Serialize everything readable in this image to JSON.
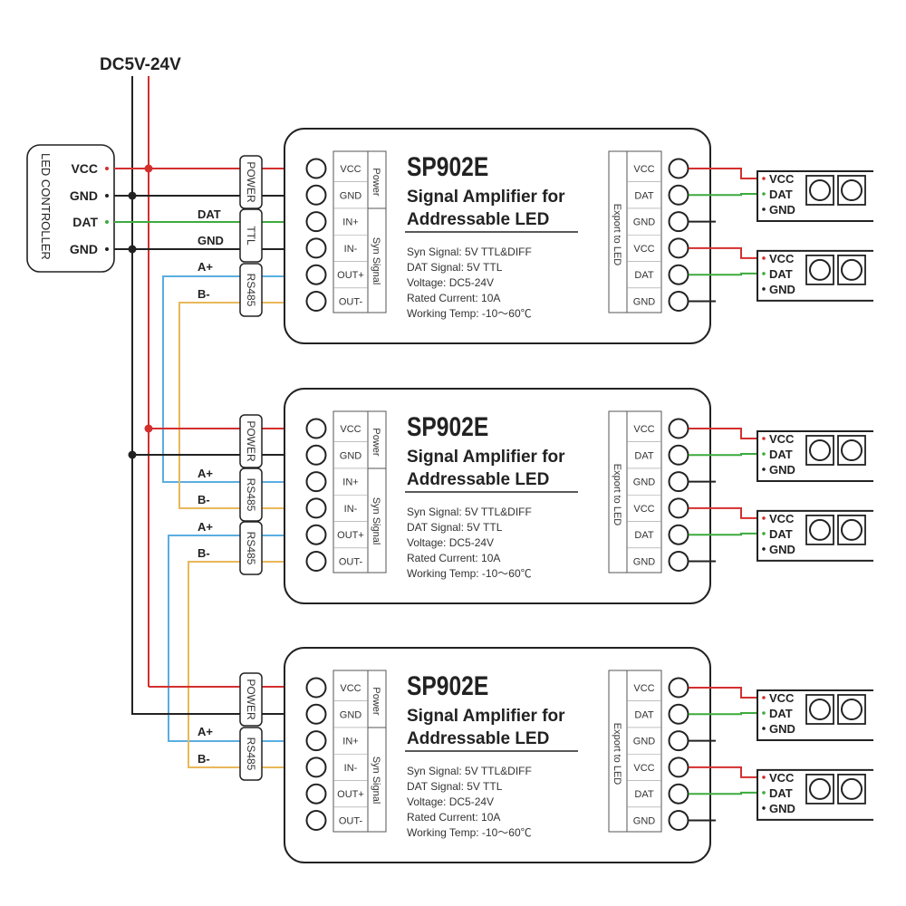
{
  "supply_label": "DC5V-24V",
  "controller": {
    "title": "LED CONTROLLER",
    "pins": [
      "VCC",
      "GND",
      "DAT",
      "GND"
    ]
  },
  "wire_labels": {
    "dat": "DAT",
    "gnd": "GND",
    "a_plus": "A+",
    "b_minus": "B-"
  },
  "tags": {
    "power": "POWER",
    "ttl": "TTL",
    "rs485": "RS485"
  },
  "input_terminals": [
    "VCC",
    "GND",
    "IN+",
    "IN-",
    "OUT+",
    "OUT-"
  ],
  "input_groups": {
    "power": "Power",
    "signal": "Syn Signal"
  },
  "output_terminals": [
    "VCC",
    "DAT",
    "GND",
    "VCC",
    "DAT",
    "GND"
  ],
  "output_group": "Export to LED",
  "model": "SP902E",
  "subtitle_lines": [
    "Signal Amplifier for",
    "Addressable LED"
  ],
  "specs": [
    "Syn Signal: 5V TTL&DIFF",
    "DAT Signal: 5V TTL",
    "Voltage: DC5-24V",
    "Rated Current: 10A",
    "Working Temp: -10～60℃"
  ],
  "strip_labels": [
    "VCC",
    "DAT",
    "GND"
  ],
  "colors": {
    "vcc": "#d42f2f",
    "gnd": "#222222",
    "dat": "#3daa3d",
    "rs485_a": "#5aaee0",
    "rs485_b": "#e8b85a",
    "outline": "#222222"
  }
}
